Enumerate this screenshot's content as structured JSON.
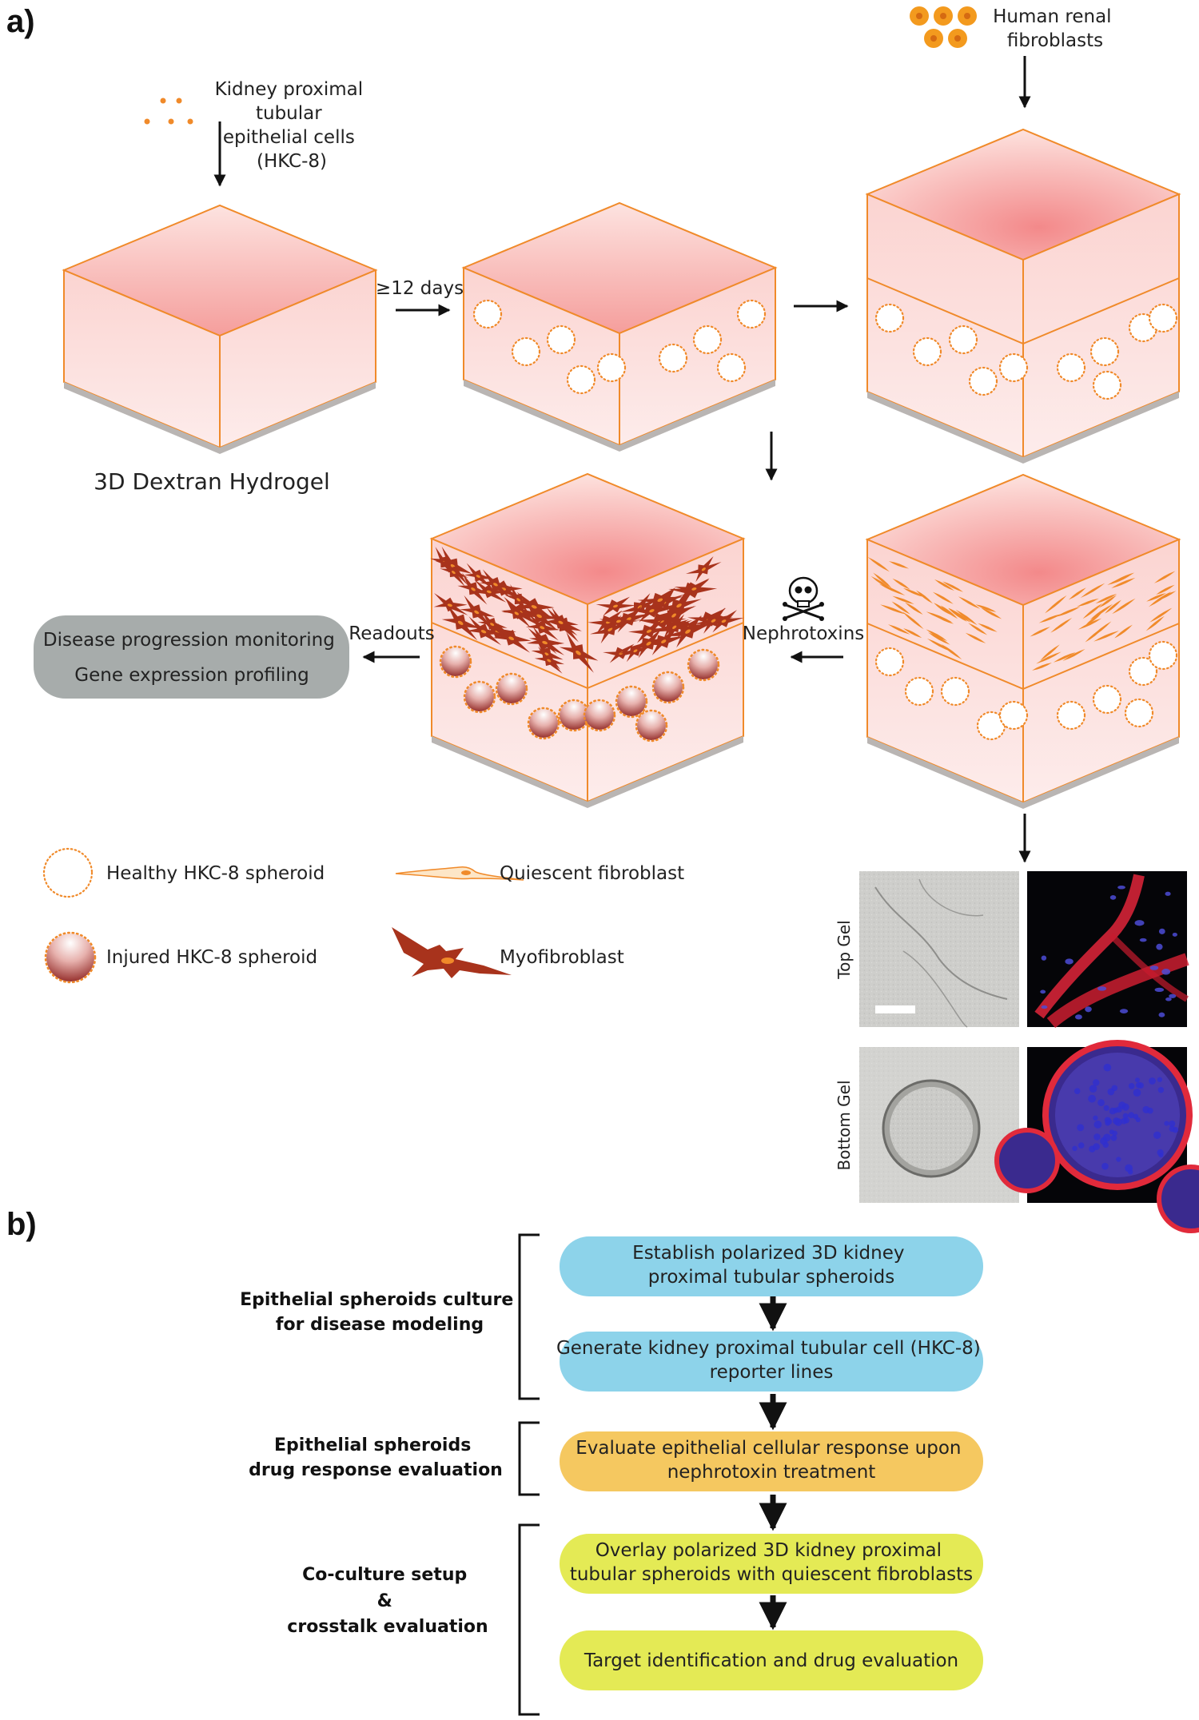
{
  "panel_a": {
    "label": "a)",
    "hkc8_label": [
      "Kidney proximal",
      "tubular",
      "epithelial cells",
      "(HKC-8)"
    ],
    "fibroblast_label": [
      "Human renal",
      "fibroblasts"
    ],
    "hydrogel_label": "3D Dextran Hydrogel",
    "days_label": "≥12 days",
    "nephrotoxins_label": "Nephrotoxins",
    "readouts_label": "Readouts",
    "readout_box": [
      "Disease progression monitoring",
      "Gene expression profiling"
    ],
    "legend": {
      "healthy": "Healthy HKC-8 spheroid",
      "injured": "Injured HKC-8 spheroid",
      "quiescent": "Quiescent fibroblast",
      "myofibroblast": "Myofibroblast"
    },
    "micrographs": {
      "top_gel": "Top Gel",
      "bottom_gel": "Bottom Gel"
    }
  },
  "panel_b": {
    "label": "b)",
    "stages": [
      {
        "text": [
          "Epithelial spheroids culture",
          "for disease modeling"
        ]
      },
      {
        "text": [
          "Epithelial spheroids",
          "drug response evaluation"
        ]
      },
      {
        "text": [
          "Co-culture setup",
          "&",
          "crosstalk evaluation"
        ]
      }
    ],
    "steps": [
      {
        "text": [
          "Establish polarized 3D kidney",
          "proximal tubular spheroids"
        ],
        "color": "#8dd3ea"
      },
      {
        "text": [
          "Generate kidney proximal tubular cell (HKC-8)",
          "reporter lines"
        ],
        "color": "#8dd3ea"
      },
      {
        "text": [
          "Evaluate epithelial cellular response upon",
          "nephrotoxin treatment"
        ],
        "color": "#f5c860"
      },
      {
        "text": [
          "Overlay polarized 3D kidney proximal",
          "tubular spheroids with quiescent fibroblasts"
        ],
        "color": "#e4ea55"
      },
      {
        "text": [
          "Target identification and drug evaluation"
        ],
        "color": "#e4ea55"
      }
    ]
  },
  "colors": {
    "gel_edge": "#f08a2a",
    "gel_fill": "#fbd5d2",
    "gel_top": "#f6a6a6",
    "spheroid_dot": "#f08a2a",
    "injured_fill": "#9b2a26",
    "myofibroblast": "#a8331c",
    "readout_box": "#a7acab"
  }
}
